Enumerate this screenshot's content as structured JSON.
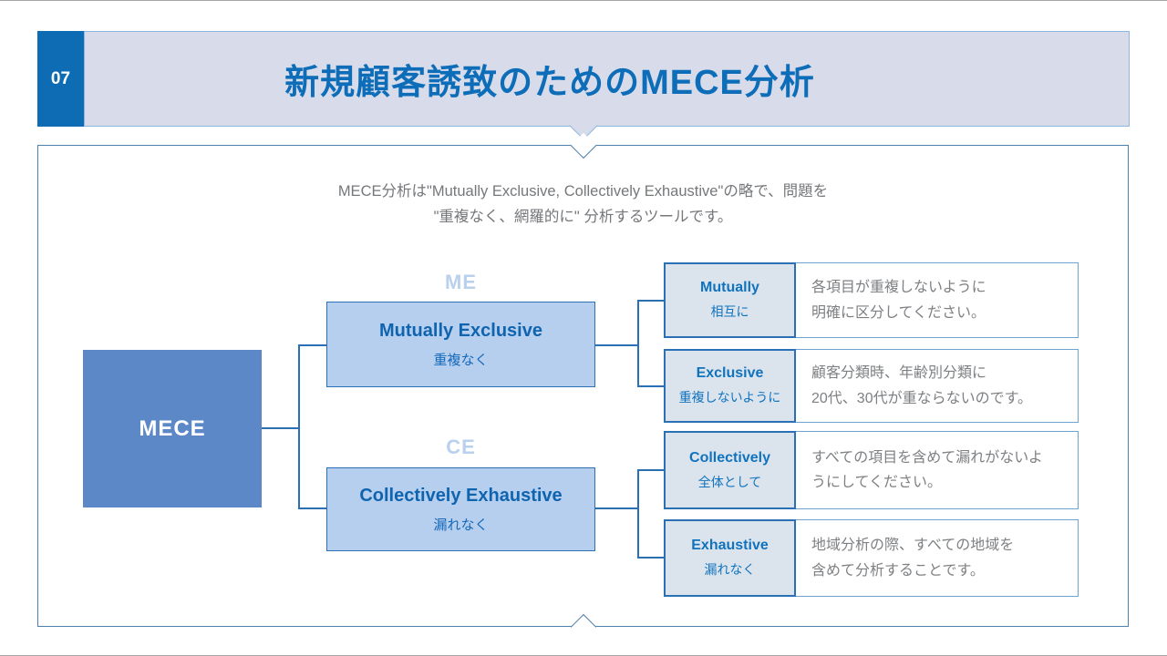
{
  "header": {
    "page_number": "07",
    "title": "新規顧客誘致のためのMECE分析"
  },
  "intro": {
    "line1": "MECE分析は\"Mutually Exclusive, Collectively Exhaustive\"の略で、問題を",
    "line2": "\"重複なく、網羅的に\" 分析するツールです。"
  },
  "tree": {
    "root_label": "MECE",
    "branches": [
      {
        "tag": "ME",
        "title_en": "Mutually Exclusive",
        "title_ja": "重複なく",
        "children": [
          {
            "term_en": "Mutually",
            "term_ja": "相互に",
            "desc_line1": "各項目が重複しないように",
            "desc_line2": "明確に区分してください。"
          },
          {
            "term_en": "Exclusive",
            "term_ja": "重複しないように",
            "desc_line1": "顧客分類時、年齢別分類に",
            "desc_line2": "20代、30代が重ならないのです。"
          }
        ]
      },
      {
        "tag": "CE",
        "title_en": "Collectively Exhaustive",
        "title_ja": "漏れなく",
        "children": [
          {
            "term_en": "Collectively",
            "term_ja": "全体として",
            "desc_line1": "すべての項目を含めて漏れがないよ",
            "desc_line2": "うにしてください。"
          },
          {
            "term_en": "Exhaustive",
            "term_ja": "漏れなく",
            "desc_line1": "地域分析の際、すべての地域を",
            "desc_line2": "含めて分析することです。"
          }
        ]
      }
    ]
  },
  "colors": {
    "accent_dark_blue": "#0d6cb4",
    "title_blue": "#0d6db8",
    "banner_fill": "#d8dcea",
    "root_box_fill": "#5c88c8",
    "branch_box_fill": "#b7cfee",
    "branch_border": "#2b70b4",
    "term_cell_fill": "#dbe4ed",
    "term_text_blue": "#1173bd",
    "watermark_tag_blue": "#b9d0ee",
    "panel_border": "#4d80ae",
    "body_gray_text": "#7e8083"
  }
}
